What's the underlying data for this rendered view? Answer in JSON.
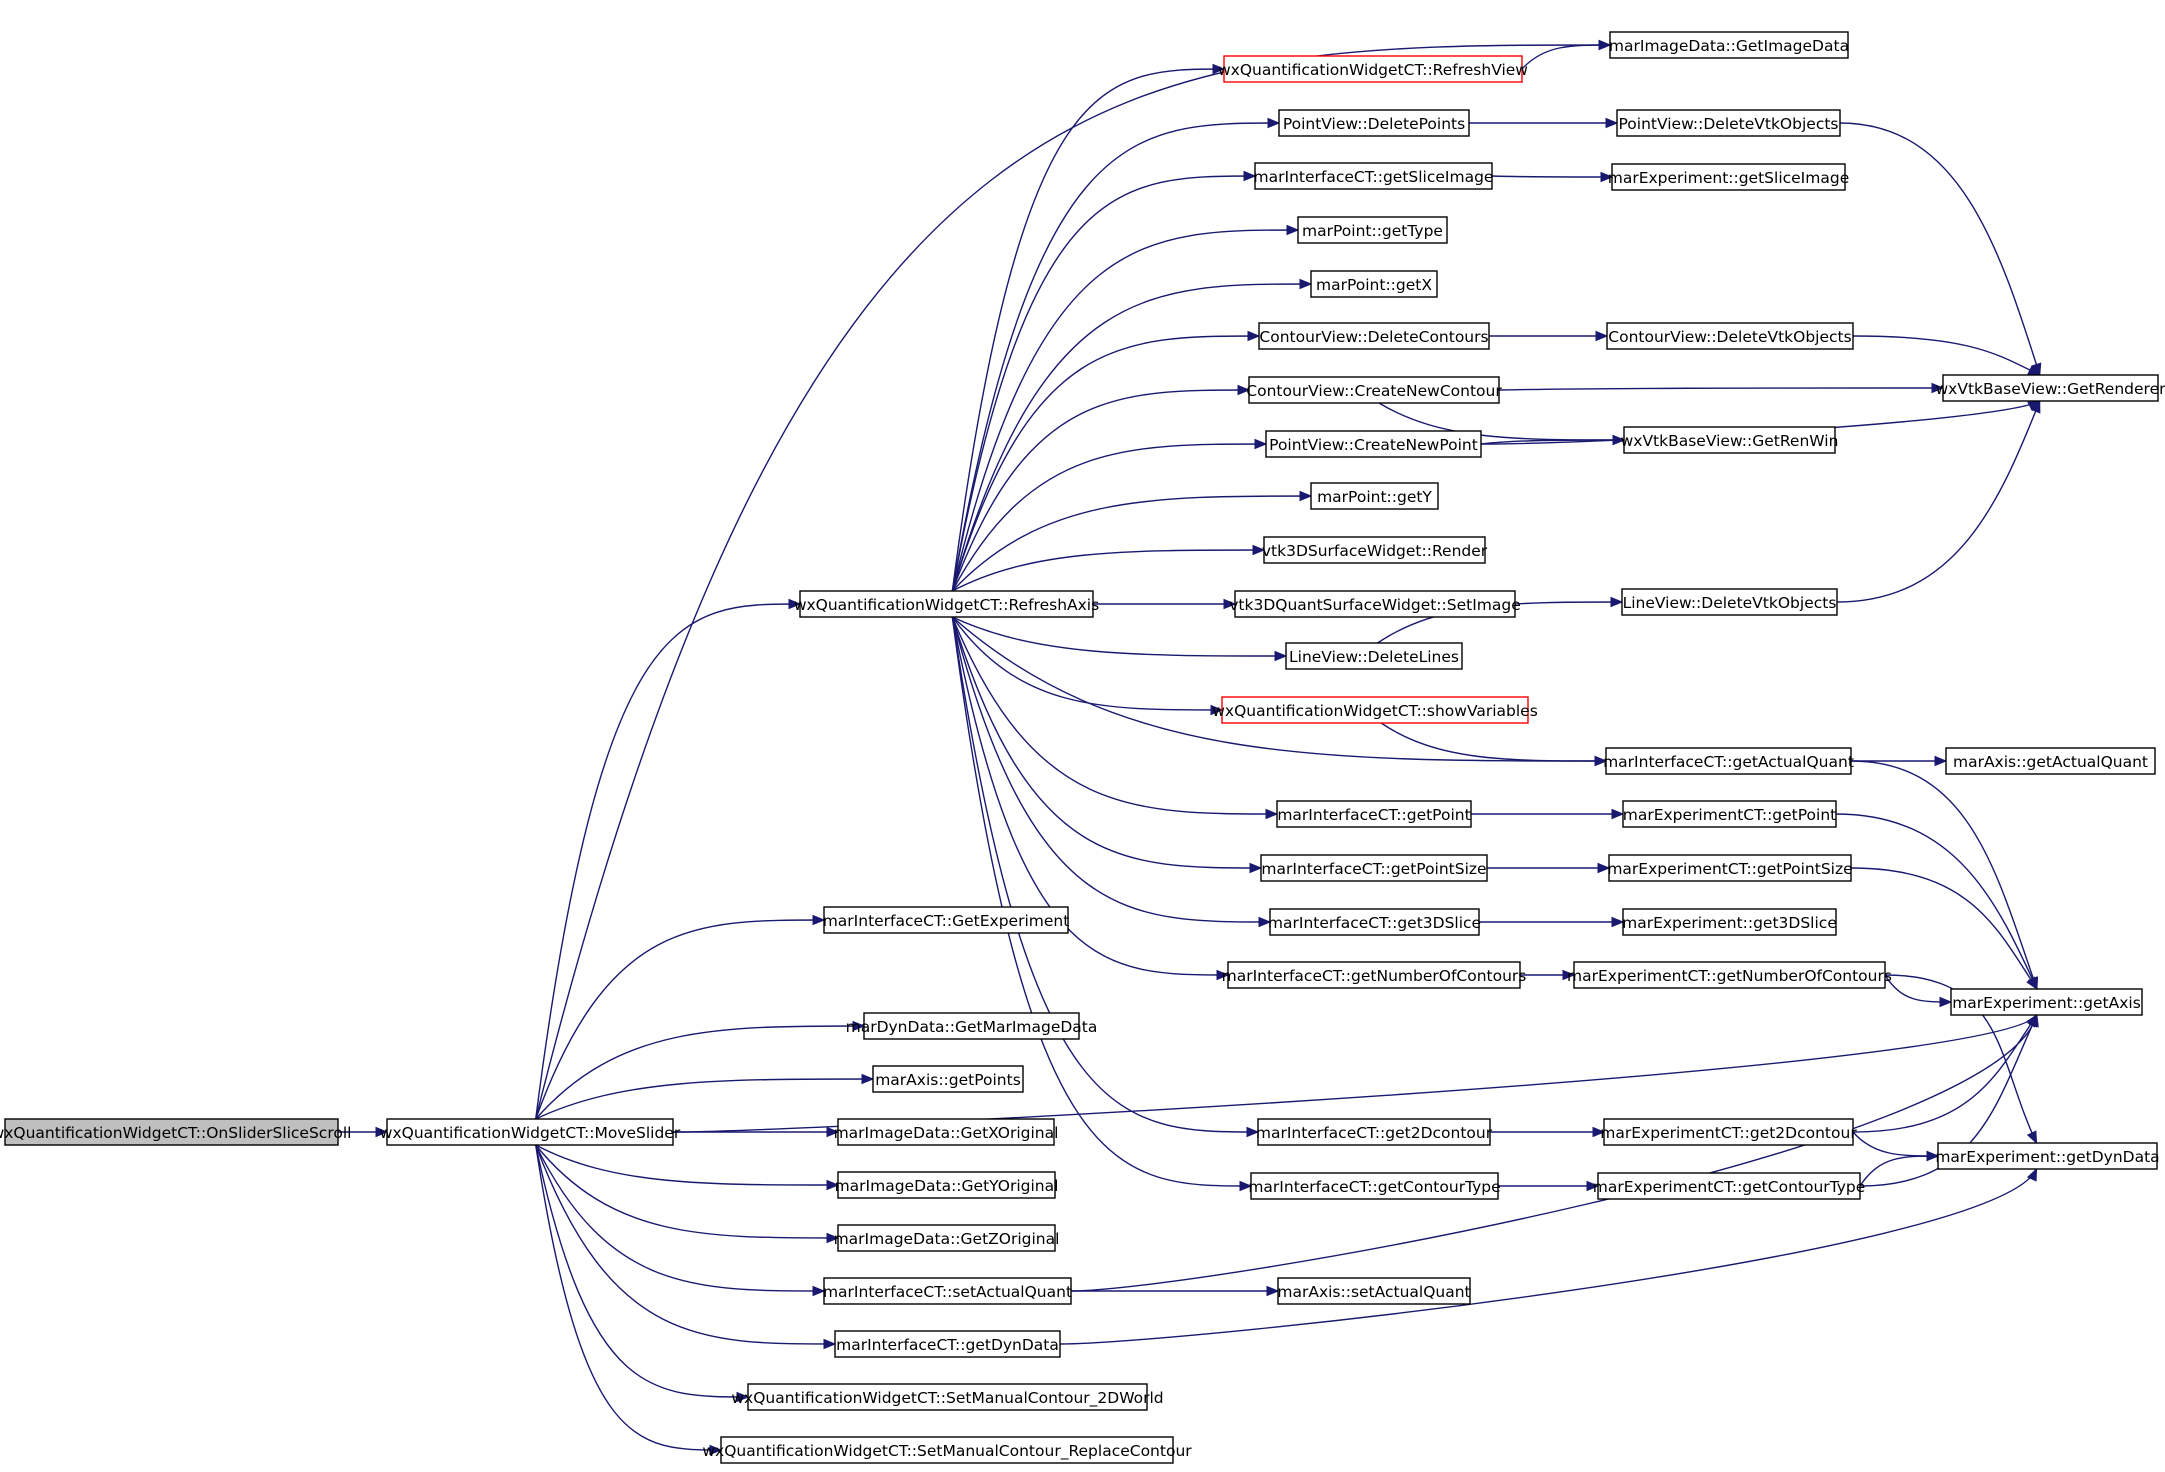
{
  "colors": {
    "edge": "#191970",
    "node_border": "#000000",
    "highlight_border": "#ff0000",
    "root_fill": "#bfbfbf"
  },
  "nodes": [
    {
      "id": "onSliderSliceScroll",
      "label": "wxQuantificationWidgetCT::OnSliderSliceScroll"
    },
    {
      "id": "moveSlider",
      "label": "wxQuantificationWidgetCT::MoveSlider"
    },
    {
      "id": "refreshAxis",
      "label": "wxQuantificationWidgetCT::RefreshAxis"
    },
    {
      "id": "getExperiment",
      "label": "marInterfaceCT::GetExperiment"
    },
    {
      "id": "getMarImageData",
      "label": "marDynData::GetMarImageData"
    },
    {
      "id": "getPoints",
      "label": "marAxis::getPoints"
    },
    {
      "id": "getXOriginal",
      "label": "marImageData::GetXOriginal"
    },
    {
      "id": "getYOriginal",
      "label": "marImageData::GetYOriginal"
    },
    {
      "id": "getZOriginal",
      "label": "marImageData::GetZOriginal"
    },
    {
      "id": "setActualQuantIF",
      "label": "marInterfaceCT::setActualQuant"
    },
    {
      "id": "getDynDataIF",
      "label": "marInterfaceCT::getDynData"
    },
    {
      "id": "setManual2D",
      "label": "wxQuantificationWidgetCT::SetManualContour_2DWorld"
    },
    {
      "id": "setManualReplace",
      "label": "wxQuantificationWidgetCT::SetManualContour_ReplaceContour"
    },
    {
      "id": "refreshView",
      "label": "wxQuantificationWidgetCT::RefreshView"
    },
    {
      "id": "getImageData",
      "label": "marImageData::GetImageData"
    },
    {
      "id": "deletePoints",
      "label": "PointView::DeletePoints"
    },
    {
      "id": "pvDeleteVtk",
      "label": "PointView::DeleteVtkObjects"
    },
    {
      "id": "getSliceImageIF",
      "label": "marInterfaceCT::getSliceImage"
    },
    {
      "id": "getSliceImageExp",
      "label": "marExperiment::getSliceImage"
    },
    {
      "id": "getType",
      "label": "marPoint::getType"
    },
    {
      "id": "getX",
      "label": "marPoint::getX"
    },
    {
      "id": "deleteContours",
      "label": "ContourView::DeleteContours"
    },
    {
      "id": "cvDeleteVtk",
      "label": "ContourView::DeleteVtkObjects"
    },
    {
      "id": "getRenderer",
      "label": "wxVtkBaseView::GetRenderer"
    },
    {
      "id": "createNewContour",
      "label": "ContourView::CreateNewContour"
    },
    {
      "id": "createNewPoint",
      "label": "PointView::CreateNewPoint"
    },
    {
      "id": "getRenWin",
      "label": "wxVtkBaseView::GetRenWin"
    },
    {
      "id": "getY",
      "label": "marPoint::getY"
    },
    {
      "id": "vtkRender",
      "label": "vtk3DSurfaceWidget::Render"
    },
    {
      "id": "setImage",
      "label": "vtk3DQuantSurfaceWidget::SetImage"
    },
    {
      "id": "lvDeleteVtk",
      "label": "LineView::DeleteVtkObjects"
    },
    {
      "id": "deleteLines",
      "label": "LineView::DeleteLines"
    },
    {
      "id": "showVariables",
      "label": "wxQuantificationWidgetCT::showVariables"
    },
    {
      "id": "getActualQuantIF",
      "label": "marInterfaceCT::getActualQuant"
    },
    {
      "id": "axisGetActualQuant",
      "label": "marAxis::getActualQuant"
    },
    {
      "id": "getPointIF",
      "label": "marInterfaceCT::getPoint"
    },
    {
      "id": "getPointExp",
      "label": "marExperimentCT::getPoint"
    },
    {
      "id": "getPointSizeIF",
      "label": "marInterfaceCT::getPointSize"
    },
    {
      "id": "getPointSizeExp",
      "label": "marExperimentCT::getPointSize"
    },
    {
      "id": "get3DSliceIF",
      "label": "marInterfaceCT::get3DSlice"
    },
    {
      "id": "get3DSliceExp",
      "label": "marExperiment::get3DSlice"
    },
    {
      "id": "getNumContoursIF",
      "label": "marInterfaceCT::getNumberOfContours"
    },
    {
      "id": "getNumContoursExp",
      "label": "marExperimentCT::getNumberOfContours"
    },
    {
      "id": "getAxis",
      "label": "marExperiment::getAxis"
    },
    {
      "id": "get2DcontourIF",
      "label": "marInterfaceCT::get2Dcontour"
    },
    {
      "id": "get2DcontourExp",
      "label": "marExperimentCT::get2Dcontour"
    },
    {
      "id": "getDynDataExp",
      "label": "marExperiment::getDynData"
    },
    {
      "id": "getContourTypeIF",
      "label": "marInterfaceCT::getContourType"
    },
    {
      "id": "getContourTypeExp",
      "label": "marExperimentCT::getContourType"
    },
    {
      "id": "axisSetActualQuant",
      "label": "marAxis::setActualQuant"
    }
  ],
  "edges": [
    {
      "from": "onSliderSliceScroll",
      "to": "moveSlider"
    },
    {
      "from": "moveSlider",
      "to": "getImageData"
    },
    {
      "from": "moveSlider",
      "to": "refreshAxis"
    },
    {
      "from": "moveSlider",
      "to": "getExperiment"
    },
    {
      "from": "moveSlider",
      "to": "getAxis"
    },
    {
      "from": "moveSlider",
      "to": "getMarImageData"
    },
    {
      "from": "moveSlider",
      "to": "getPoints"
    },
    {
      "from": "moveSlider",
      "to": "getXOriginal"
    },
    {
      "from": "moveSlider",
      "to": "getYOriginal"
    },
    {
      "from": "moveSlider",
      "to": "getZOriginal"
    },
    {
      "from": "moveSlider",
      "to": "setActualQuantIF"
    },
    {
      "from": "moveSlider",
      "to": "getDynDataIF"
    },
    {
      "from": "moveSlider",
      "to": "setManual2D"
    },
    {
      "from": "moveSlider",
      "to": "setManualReplace"
    },
    {
      "from": "refreshAxis",
      "to": "refreshView"
    },
    {
      "from": "refreshAxis",
      "to": "deletePoints"
    },
    {
      "from": "refreshAxis",
      "to": "getSliceImageIF"
    },
    {
      "from": "refreshAxis",
      "to": "getType"
    },
    {
      "from": "refreshAxis",
      "to": "getX"
    },
    {
      "from": "refreshAxis",
      "to": "deleteContours"
    },
    {
      "from": "refreshAxis",
      "to": "createNewContour"
    },
    {
      "from": "refreshAxis",
      "to": "createNewPoint"
    },
    {
      "from": "refreshAxis",
      "to": "getY"
    },
    {
      "from": "refreshAxis",
      "to": "vtkRender"
    },
    {
      "from": "refreshAxis",
      "to": "setImage"
    },
    {
      "from": "refreshAxis",
      "to": "deleteLines"
    },
    {
      "from": "refreshAxis",
      "to": "showVariables"
    },
    {
      "from": "refreshAxis",
      "to": "getActualQuantIF"
    },
    {
      "from": "refreshAxis",
      "to": "getPointIF"
    },
    {
      "from": "refreshAxis",
      "to": "getPointSizeIF"
    },
    {
      "from": "refreshAxis",
      "to": "get3DSliceIF"
    },
    {
      "from": "refreshAxis",
      "to": "getNumContoursIF"
    },
    {
      "from": "refreshAxis",
      "to": "get2DcontourIF"
    },
    {
      "from": "refreshAxis",
      "to": "getContourTypeIF"
    },
    {
      "from": "refreshView",
      "to": "getImageData"
    },
    {
      "from": "deletePoints",
      "to": "pvDeleteVtk"
    },
    {
      "from": "pvDeleteVtk",
      "to": "getRenderer"
    },
    {
      "from": "getSliceImageIF",
      "to": "getSliceImageExp"
    },
    {
      "from": "deleteContours",
      "to": "cvDeleteVtk"
    },
    {
      "from": "cvDeleteVtk",
      "to": "getRenderer"
    },
    {
      "from": "createNewContour",
      "to": "getRenderer"
    },
    {
      "from": "createNewContour",
      "to": "getRenWin"
    },
    {
      "from": "createNewPoint",
      "to": "getRenWin"
    },
    {
      "from": "createNewPoint",
      "to": "getRenderer"
    },
    {
      "from": "deleteLines",
      "to": "lvDeleteVtk"
    },
    {
      "from": "lvDeleteVtk",
      "to": "getRenderer"
    },
    {
      "from": "showVariables",
      "to": "getActualQuantIF"
    },
    {
      "from": "getActualQuantIF",
      "to": "axisGetActualQuant"
    },
    {
      "from": "getActualQuantIF",
      "to": "getAxis"
    },
    {
      "from": "getPointIF",
      "to": "getPointExp"
    },
    {
      "from": "getPointExp",
      "to": "getAxis"
    },
    {
      "from": "getPointSizeIF",
      "to": "getPointSizeExp"
    },
    {
      "from": "getPointSizeExp",
      "to": "getAxis"
    },
    {
      "from": "get3DSliceIF",
      "to": "get3DSliceExp"
    },
    {
      "from": "getNumContoursIF",
      "to": "getNumContoursExp"
    },
    {
      "from": "getNumContoursExp",
      "to": "getAxis"
    },
    {
      "from": "getNumContoursExp",
      "to": "getDynDataExp"
    },
    {
      "from": "get2DcontourIF",
      "to": "get2DcontourExp"
    },
    {
      "from": "get2DcontourExp",
      "to": "getAxis"
    },
    {
      "from": "get2DcontourExp",
      "to": "getDynDataExp"
    },
    {
      "from": "getContourTypeIF",
      "to": "getContourTypeExp"
    },
    {
      "from": "getContourTypeExp",
      "to": "getAxis"
    },
    {
      "from": "getContourTypeExp",
      "to": "getDynDataExp"
    },
    {
      "from": "setActualQuantIF",
      "to": "axisSetActualQuant"
    },
    {
      "from": "setActualQuantIF",
      "to": "getAxis"
    },
    {
      "from": "getDynDataIF",
      "to": "getDynDataExp"
    }
  ]
}
